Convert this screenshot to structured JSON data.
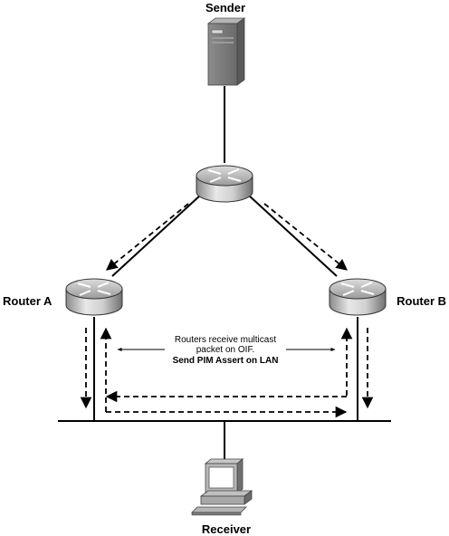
{
  "labels": {
    "sender": "Sender",
    "router_a": "Router A",
    "router_b": "Router B",
    "receiver": "Receiver"
  },
  "annotation": {
    "line1": "Routers receive multicast",
    "line2": "packet on OIF.",
    "line3": "Send PIM Assert on LAN"
  }
}
